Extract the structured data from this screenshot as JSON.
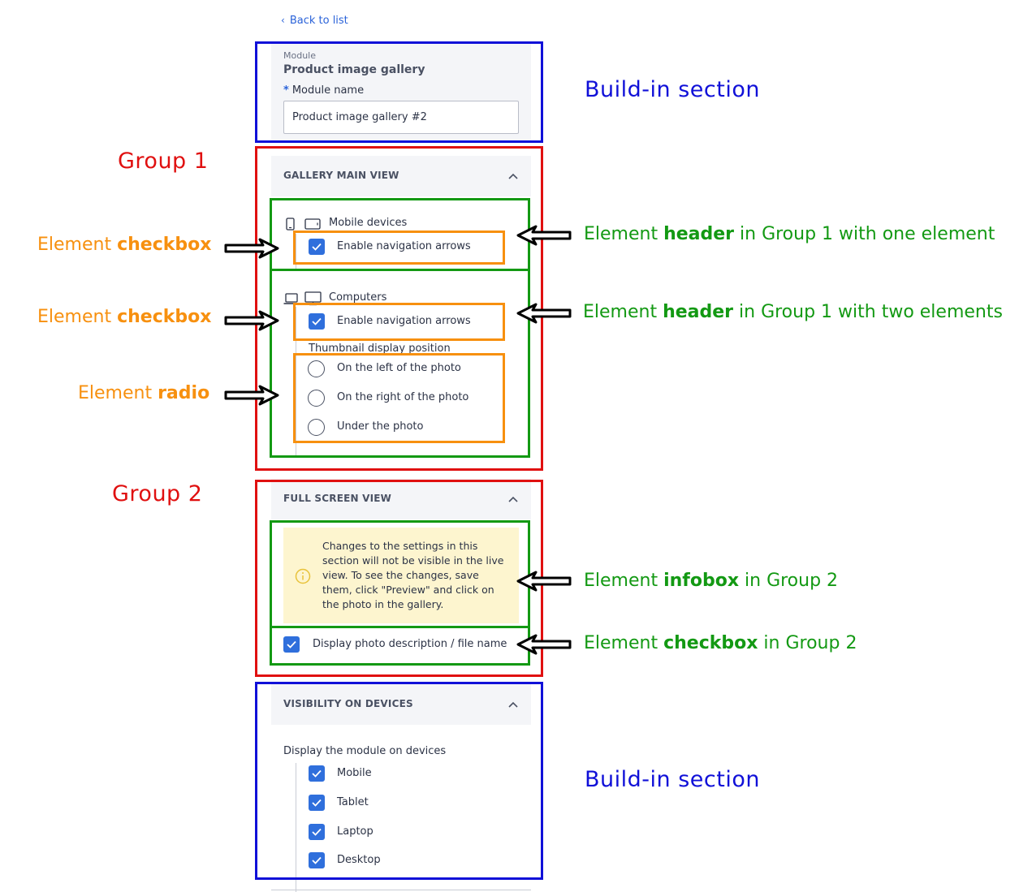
{
  "back_link": "Back to list",
  "module": {
    "small_label": "Module",
    "title": "Product image gallery",
    "name_label": "Module name",
    "required_mark": "*",
    "name_value": "Product image gallery #2"
  },
  "group1": {
    "title": "GALLERY MAIN VIEW",
    "mobile_header": "Mobile devices",
    "mobile_checkbox": "Enable navigation arrows",
    "computers_header": "Computers",
    "computers_checkbox": "Enable navigation arrows",
    "thumb_label": "Thumbnail display position",
    "radio_options": [
      "On the left of the photo",
      "On the right of the photo",
      "Under the photo"
    ]
  },
  "group2": {
    "title": "FULL SCREEN VIEW",
    "infobox_text": "Changes to the settings in this section will not be visible in the live view. To see the changes, save them, click \"Preview\" and click on the photo in the gallery.",
    "checkbox": "Display photo description / file name"
  },
  "visibility": {
    "title": "VISIBILITY ON DEVICES",
    "label": "Display the module on devices",
    "devices": [
      "Mobile",
      "Tablet",
      "Laptop",
      "Desktop"
    ]
  },
  "annotations": {
    "buildin_top": "Build-in section",
    "buildin_bottom": "Build-in section",
    "group1": "Group 1",
    "group2": "Group 2",
    "el_checkbox_1": {
      "pre": "Element ",
      "bold": "checkbox",
      "post": ""
    },
    "el_checkbox_2": {
      "pre": "Element ",
      "bold": "checkbox",
      "post": ""
    },
    "el_radio": {
      "pre": "Element ",
      "bold": "radio",
      "post": ""
    },
    "header_one": {
      "pre": "Element ",
      "bold": "header",
      "post": " in Group 1 with one element"
    },
    "header_two": {
      "pre": "Element ",
      "bold": "header",
      "post": " in Group 1 with two elements"
    },
    "infobox": {
      "pre": "Element ",
      "bold": "infobox",
      "post": " in Group 2"
    },
    "checkbox_g2": {
      "pre": "Element ",
      "bold": "checkbox",
      "post": " in Group 2"
    }
  },
  "colors": {
    "accent": "#2f6fdc",
    "annotation_blue": "#1010d8",
    "annotation_red": "#e01010",
    "annotation_green": "#139913",
    "annotation_orange": "#f7900f",
    "infobox_bg": "#fdf5cf"
  }
}
